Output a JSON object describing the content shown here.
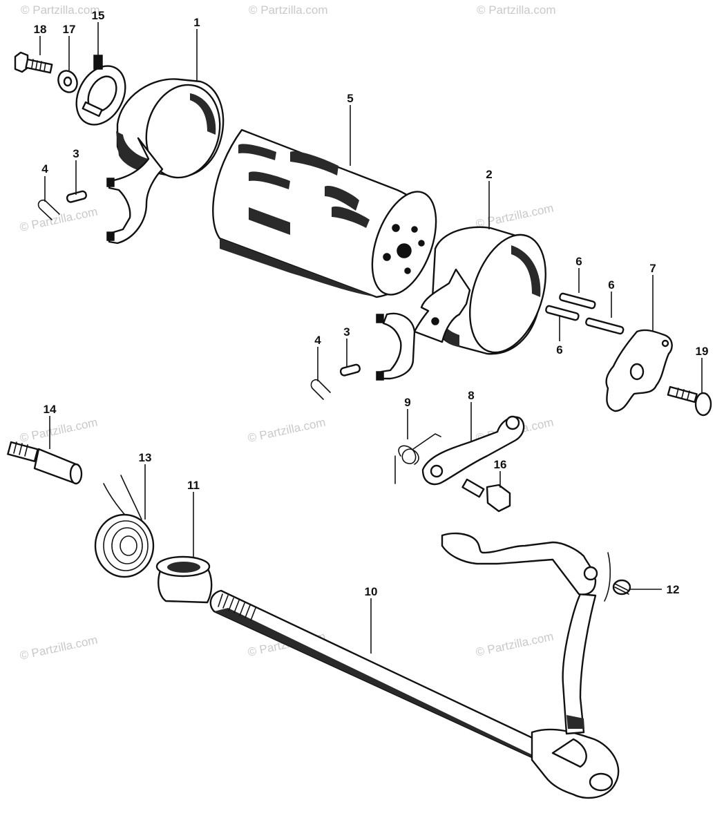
{
  "watermark": "© Partzilla.com",
  "callouts": {
    "c1": "1",
    "c2": "2",
    "c3a": "3",
    "c3b": "3",
    "c4a": "4",
    "c4b": "4",
    "c5": "5",
    "c6a": "6",
    "c6b": "6",
    "c6c": "6",
    "c7": "7",
    "c8": "8",
    "c9": "9",
    "c10": "10",
    "c11": "11",
    "c12": "12",
    "c13": "13",
    "c14": "14",
    "c15": "15",
    "c16": "16",
    "c17": "17",
    "c18": "18",
    "c19": "19"
  }
}
